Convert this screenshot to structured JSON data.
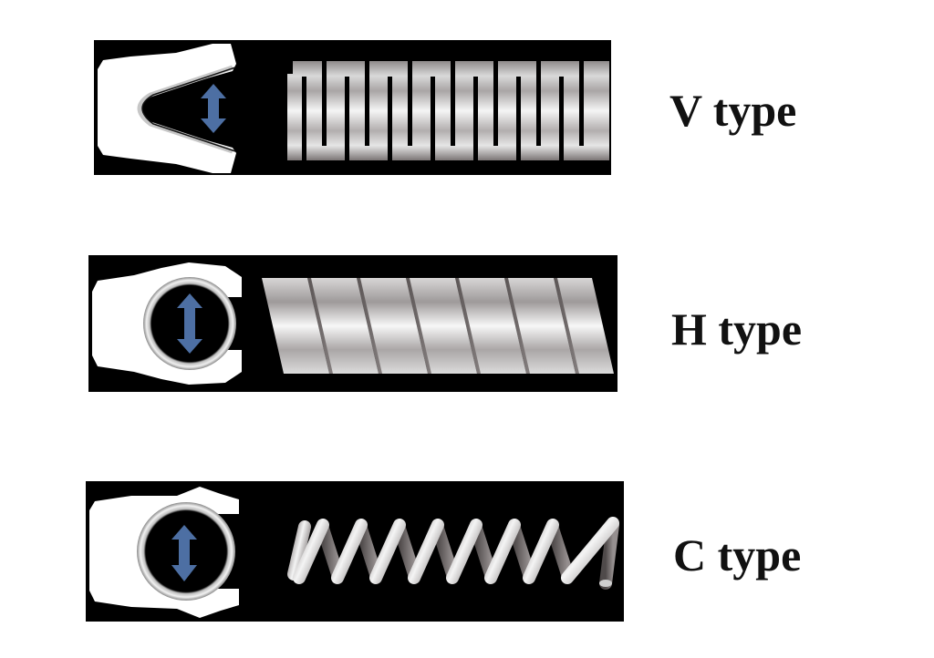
{
  "figure": {
    "description": "Comparison of three spring-energized seal types",
    "colors": {
      "panel_background": "#000000",
      "seal_jacket": "#ffffff",
      "spring_metal_light": "#f2f2f2",
      "spring_metal_mid": "#b9b6b6",
      "spring_metal_dark": "#6e6868",
      "arrow": "#4d6fa3"
    },
    "rows": [
      {
        "id": "v",
        "label": "V type",
        "spring": "V-shaped cantilever (finger) spring",
        "cross_section": "V-shaped",
        "icon": "double-arrow-vertical-icon"
      },
      {
        "id": "h",
        "label": "H type",
        "spring": "Helical ribbon (flat band) spring",
        "cross_section": "circular",
        "icon": "double-arrow-vertical-icon"
      },
      {
        "id": "c",
        "label": "C type",
        "spring": "Helical coil (round wire) spring",
        "cross_section": "circular",
        "icon": "double-arrow-vertical-icon"
      }
    ]
  }
}
